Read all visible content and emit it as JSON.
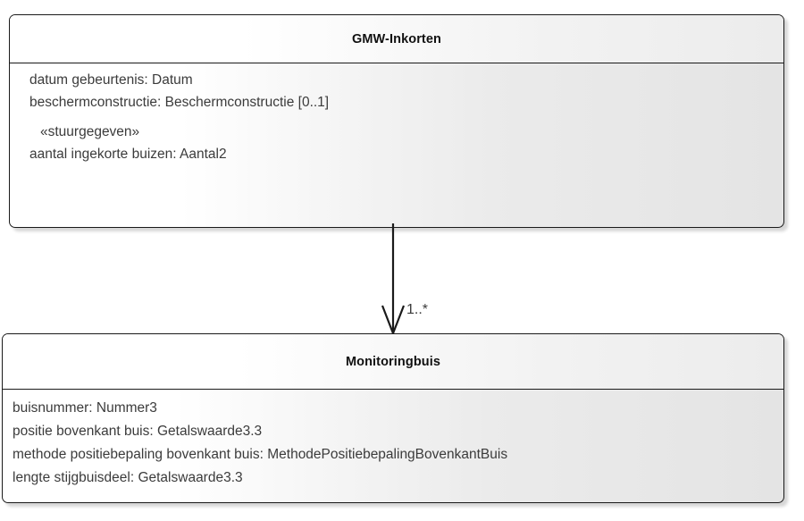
{
  "diagram": {
    "type": "uml-class-diagram",
    "background_color": "#ffffff",
    "line_color": "#1a1a1a",
    "text_color": "#3b3b3b",
    "title_color": "#111111"
  },
  "classes": [
    {
      "id": "gmw-inkorten",
      "name": "GMW-Inkorten",
      "attributes": [
        {
          "text": "datum gebeurtenis: Datum",
          "stereotype": false
        },
        {
          "text": "beschermconstructie: Beschermconstructie [0..1]",
          "stereotype": false
        },
        {
          "text": "«stuurgegeven»",
          "stereotype": true
        },
        {
          "text": "aantal ingekorte buizen: Aantal2",
          "stereotype": false
        }
      ]
    },
    {
      "id": "monitoringbuis",
      "name": "Monitoringbuis",
      "attributes": [
        {
          "text": "buisnummer: Nummer3",
          "stereotype": false
        },
        {
          "text": "positie bovenkant buis: Getalswaarde3.3",
          "stereotype": false
        },
        {
          "text": "methode positiebepaling bovenkant buis: MethodePositiebepalingBovenkantBuis",
          "stereotype": false
        },
        {
          "text": "lengte stijgbuisdeel: Getalswaarde3.3",
          "stereotype": false
        }
      ]
    }
  ],
  "association": {
    "from": "GMW-Inkorten",
    "to": "Monitoringbuis",
    "multiplicity": "1..*",
    "arrow": "open-arrow-down"
  }
}
